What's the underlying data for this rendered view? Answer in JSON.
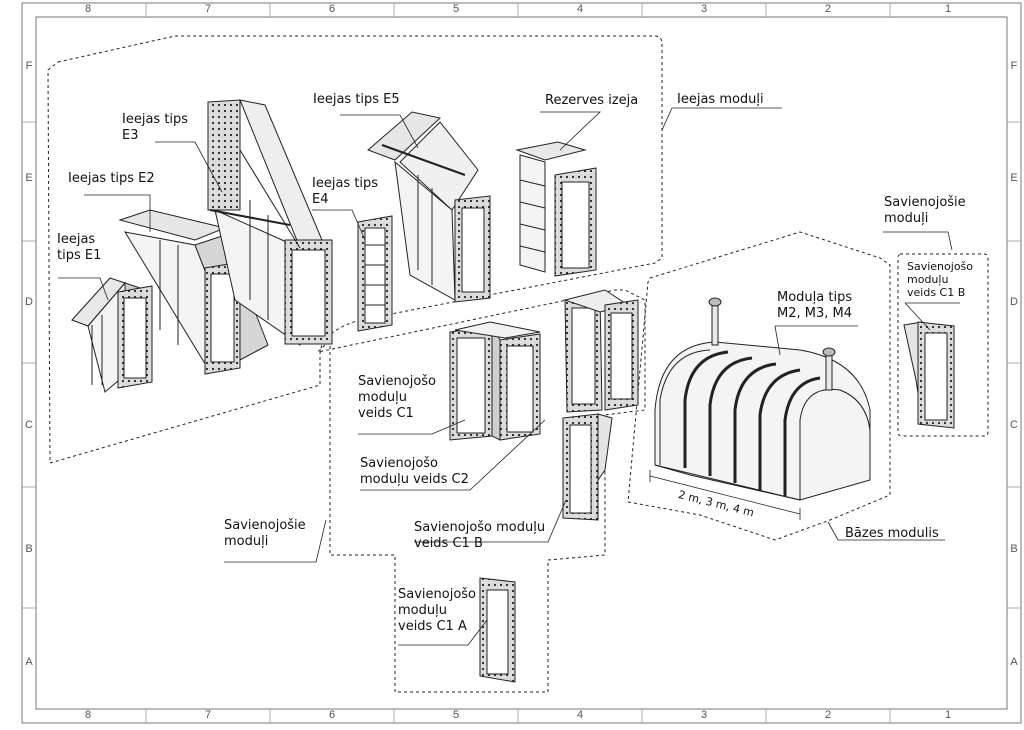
{
  "frame": {
    "columns": [
      "8",
      "7",
      "6",
      "5",
      "4",
      "3",
      "2",
      "1"
    ],
    "rows": [
      "F",
      "E",
      "D",
      "C",
      "B",
      "A"
    ]
  },
  "labels": {
    "e1": "Ieejas\ntips E1",
    "e2": "Ieejas tips E2",
    "e3": "Ieejas tips\nE3",
    "e4": "Ieejas tips\nE4",
    "e5": "Ieejas tips E5",
    "rezerves": "Rezerves izeja",
    "ieejas_moduli": "Ieejas moduļi",
    "savienojosie_right": "Savienojošie\nmoduļi",
    "c1b_small": "Savienojošo\nmoduļu\nveids C1 B",
    "moduls_tips": "Moduļa tips\nM2, M3, M4",
    "c1": "Savienojošo\nmoduļu\nveids C1",
    "c2": "Savienojošo\nmoduļu veids C2",
    "savienojosie_left": "Savienojošie\nmoduļi",
    "c1b": "Savienojošo moduļu\nveids C1 B",
    "c1a": "Savienojošo\nmoduļu\nveids C1 A",
    "bazes": "Bāzes modulis",
    "dims": "2 m, 3 m, 4 m"
  }
}
